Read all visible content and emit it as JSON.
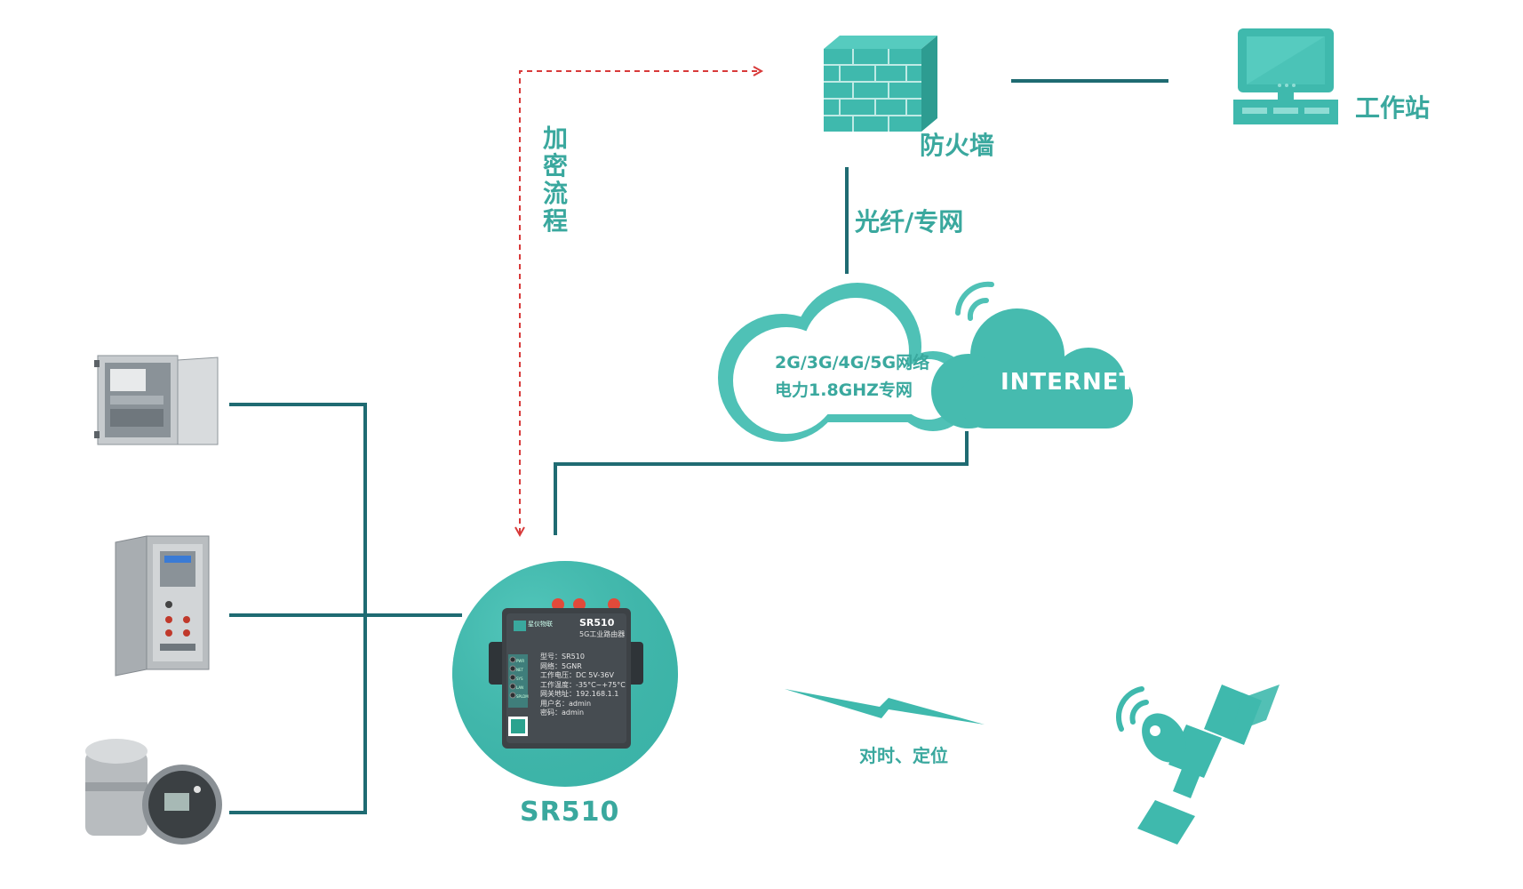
{
  "labels": {
    "firewall": "防火墙",
    "workstation": "工作站",
    "fiber": "光纤/专网",
    "encrypt": "加密流程",
    "cloud_network": "2G/3G/4G/5G网络",
    "cloud_private": "电力1.8GHZ专网",
    "internet": "INTERNET",
    "router_name": "SR510",
    "time_position": "对时、定位"
  },
  "router_panel": {
    "model": "SR510",
    "subtitle": "5G工业路由器",
    "brand": "星仪物联",
    "specs": [
      "型号：SR510",
      "网络：5GNR",
      "工作电压：DC 5V-36V",
      "工作温度：-35°C~+75°C",
      "网关地址：192.168.1.1",
      "用户名：admin",
      "密码：admin"
    ],
    "leds": [
      "PWR",
      "NET",
      "SYS",
      "LAN",
      "SPLDM"
    ]
  },
  "colors": {
    "teal": "#3aa89e",
    "teal_light": "#4fc1b6",
    "line": "#1f6b72",
    "dashed": "#d83a3a",
    "router_body": "#3d4246"
  },
  "icons": [
    "firewall-icon",
    "workstation-icon",
    "cloud-icon",
    "wifi-signal-icon",
    "router-device-icon",
    "lightning-icon",
    "satellite-icon",
    "cabinet-device-icon",
    "meter-device-icon"
  ]
}
